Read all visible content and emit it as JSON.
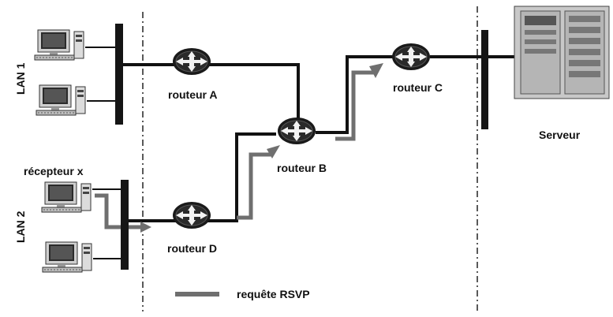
{
  "labels": {
    "lan1": "LAN 1",
    "lan2": "LAN 2",
    "router_a": "routeur A",
    "router_b": "routeur B",
    "router_c": "routeur C",
    "router_d": "routeur D",
    "receiver": "récepteur x",
    "server": "Serveur",
    "legend": "requête RSVP"
  },
  "colors": {
    "line": "#111111",
    "rsvp": "#6f6f6f",
    "router_body": "#1a1a1a",
    "router_arrow": "#f2f2f2"
  },
  "icons": {
    "router": "router-icon",
    "computer": "desktop-computer-icon",
    "server": "server-rack-icon"
  }
}
